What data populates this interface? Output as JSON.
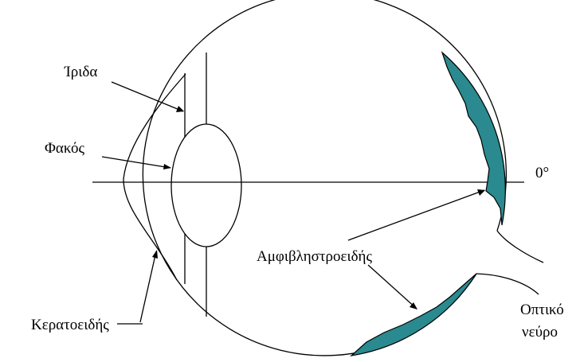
{
  "labels": {
    "iris": "Ίριδα",
    "lens": "Φακός",
    "cornea": "Κερατοειδής",
    "retina": "Αμφιβληστροειδής",
    "axis_angle": "0°",
    "optic_nerve_line1": "Οπτικό",
    "optic_nerve_line2": "νεύρο"
  },
  "colors": {
    "retina_fill": "#2a8a8f",
    "stroke": "#000000",
    "background": "#ffffff"
  }
}
